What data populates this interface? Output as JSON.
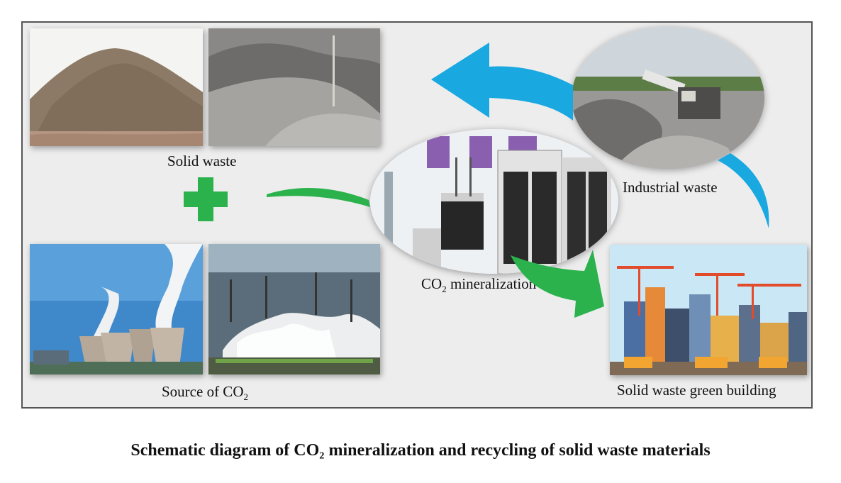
{
  "labels": {
    "solid_waste": "Solid waste",
    "industrial_waste": "Industrial waste",
    "source_of_co2": "Source of CO",
    "source_of_co2_sub": "2",
    "co2_mineralization_prefix": "CO",
    "co2_mineralization_sub": "2",
    "co2_mineralization_suffix": " mineralization",
    "green_building": "Solid waste green building"
  },
  "caption": "Schematic diagram of CO₂ mineralization and recycling of solid waste materials",
  "colors": {
    "arrow_blue": "#1aa8e0",
    "arrow_green": "#2bb24c",
    "plus_green": "#2bb24c",
    "frame_border": "#555555"
  },
  "icons": {
    "plus": "plus-icon"
  }
}
